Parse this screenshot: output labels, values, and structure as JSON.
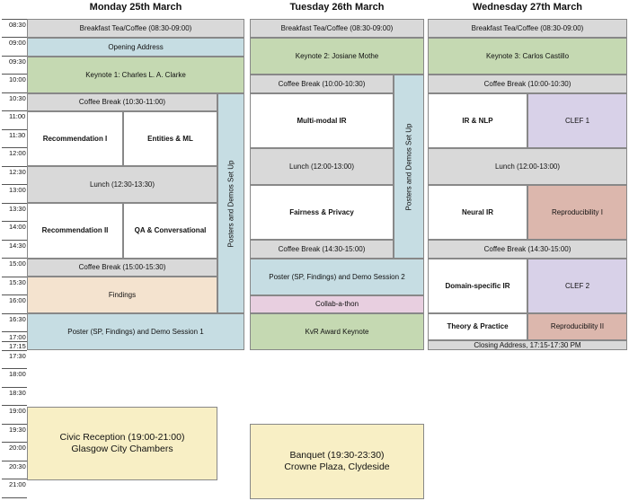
{
  "days": [
    "Monday 25th March",
    "Tuesday 26th March",
    "Wednesday 27th March"
  ],
  "times": [
    "08:30",
    "09:00",
    "09:30",
    "10:00",
    "10:30",
    "11:00",
    "11:30",
    "12:00",
    "12:30",
    "13:00",
    "13:30",
    "14:00",
    "14:30",
    "15:00",
    "15:30",
    "16:00",
    "16:30",
    "17:00",
    "17:15",
    "17:30",
    "18:00",
    "18:30",
    "19:00",
    "19:30",
    "20:00",
    "20:30",
    "21:00"
  ],
  "monday": {
    "breakfast": "Breakfast Tea/Coffee (08:30-09:00)",
    "opening": "Opening Address",
    "keynote": "Keynote 1: Charles L. A. Clarke",
    "coffee1": "Coffee Break (10:30-11:00)",
    "rec1": "Recommendation I",
    "entities": "Entities & ML",
    "lunch": "Lunch (12:30-13:30)",
    "rec2": "Recommendation II",
    "qa": "QA & Conversational",
    "coffee2": "Coffee Break (15:00-15:30)",
    "findings": "Findings",
    "poster": "Poster (SP, Findings) and Demo Session 1",
    "posters_setup": "Posters and Demos Set Up",
    "civic_line1": "Civic Reception (19:00-21:00)",
    "civic_line2": "Glasgow City Chambers"
  },
  "tuesday": {
    "breakfast": "Breakfast Tea/Coffee (08:30-09:00)",
    "keynote": "Keynote 2: Josiane Mothe",
    "coffee1": "Coffee Break (10:00-10:30)",
    "multimodal": "Multi-modal IR",
    "lunch": "Lunch (12:00-13:00)",
    "fairness": "Fairness & Privacy",
    "coffee2": "Coffee Break (14:30-15:00)",
    "poster": "Poster (SP, Findings) and Demo Session 2",
    "collab": "Collab-a-thon",
    "kvr": "KvR Award Keynote",
    "posters_setup": "Posters and Demos Set Up",
    "banquet_line1": "Banquet (19:30-23:30)",
    "banquet_line2": "Crowne Plaza, Clydeside"
  },
  "wednesday": {
    "breakfast": "Breakfast Tea/Coffee (08:30-09:00)",
    "keynote": "Keynote 3: Carlos Castillo",
    "coffee1": "Coffee Break (10:00-10:30)",
    "irnlp": "IR & NLP",
    "clef1": "CLEF 1",
    "lunch": "Lunch (12:00-13:00)",
    "neural": "Neural IR",
    "repro1": "Reproducibility I",
    "coffee2": "Coffee Break (14:30-15:00)",
    "domain": "Domain-specific IR",
    "clef2": "CLEF 2",
    "theory": "Theory & Practice",
    "repro2": "Reproducibility II",
    "closing": "Closing Address, 17:15-17:30 PM"
  }
}
